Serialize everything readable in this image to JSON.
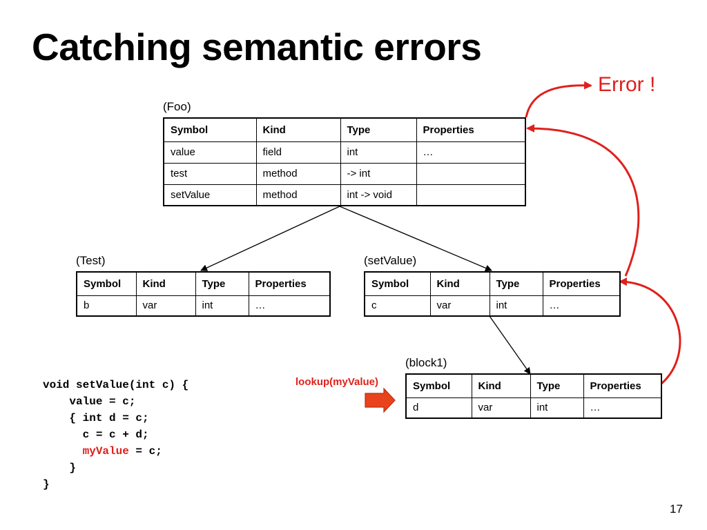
{
  "slide": {
    "title": "Catching semantic errors",
    "error_label": "Error !",
    "page_number": "17"
  },
  "headers": [
    "Symbol",
    "Kind",
    "Type",
    "Properties"
  ],
  "tables": {
    "foo": {
      "label": "(Foo)",
      "rows": [
        [
          "value",
          "field",
          "int",
          "…"
        ],
        [
          "test",
          "method",
          "-> int",
          ""
        ],
        [
          "setValue",
          "method",
          "int -> void",
          ""
        ]
      ]
    },
    "test": {
      "label": "(Test)",
      "rows": [
        [
          "b",
          "var",
          "int",
          "…"
        ]
      ]
    },
    "setvalue": {
      "label": "(setValue)",
      "rows": [
        [
          "c",
          "var",
          "int",
          "…"
        ]
      ]
    },
    "block1": {
      "label": "(block1)",
      "rows": [
        [
          "d",
          "var",
          "int",
          "…"
        ]
      ]
    }
  },
  "lookup": {
    "label": "lookup(myValue)"
  },
  "code": {
    "lines": [
      "void setValue(int c) {",
      "    value = c;",
      "    { int d = c;",
      "      c = c + d;",
      "      ",
      "    }",
      "}"
    ],
    "highlight_var": "myValue",
    "highlight_rest": " = c;"
  },
  "colors": {
    "accent": "#e0201b",
    "arrow_fill": "#e8431c"
  }
}
